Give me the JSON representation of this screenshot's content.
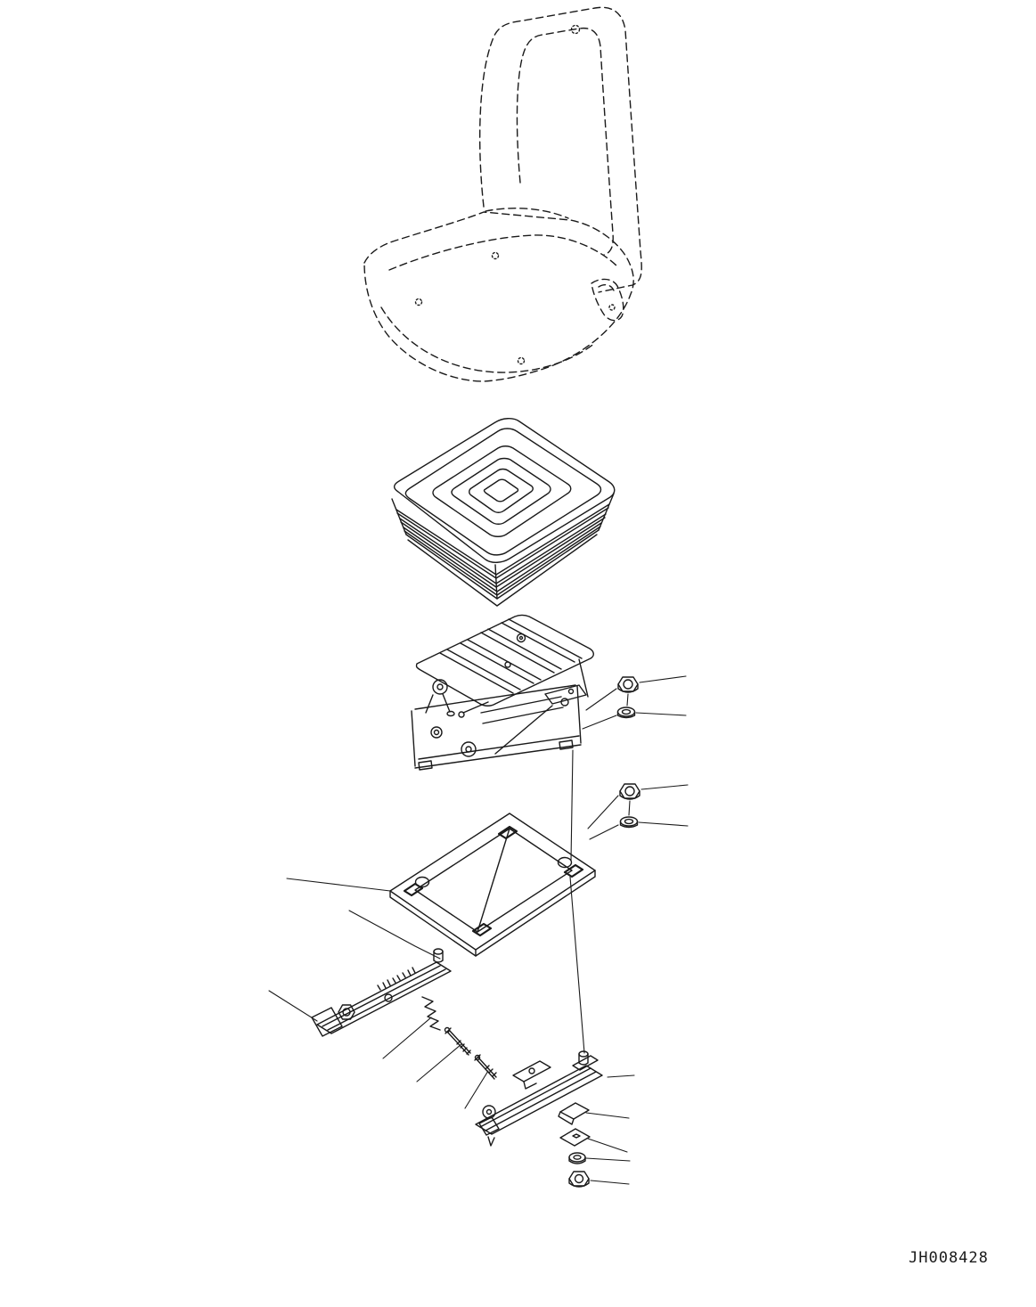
{
  "diagram": {
    "part_code": "JH008428",
    "line_color": "#1a1a1a",
    "background_color": "#ffffff",
    "parts": [
      "operator-seat-reference",
      "suspension-bellows",
      "suspension-mechanism",
      "hex-nut-upper",
      "washer-upper",
      "hex-nut-mid",
      "washer-mid",
      "mounting-plate",
      "slide-rail-left",
      "tension-spring",
      "adjuster-screw-long",
      "adjuster-screw-short",
      "slide-rail-right",
      "shim-bent",
      "shim-flat",
      "washer-lower",
      "hex-nut-lower"
    ]
  }
}
